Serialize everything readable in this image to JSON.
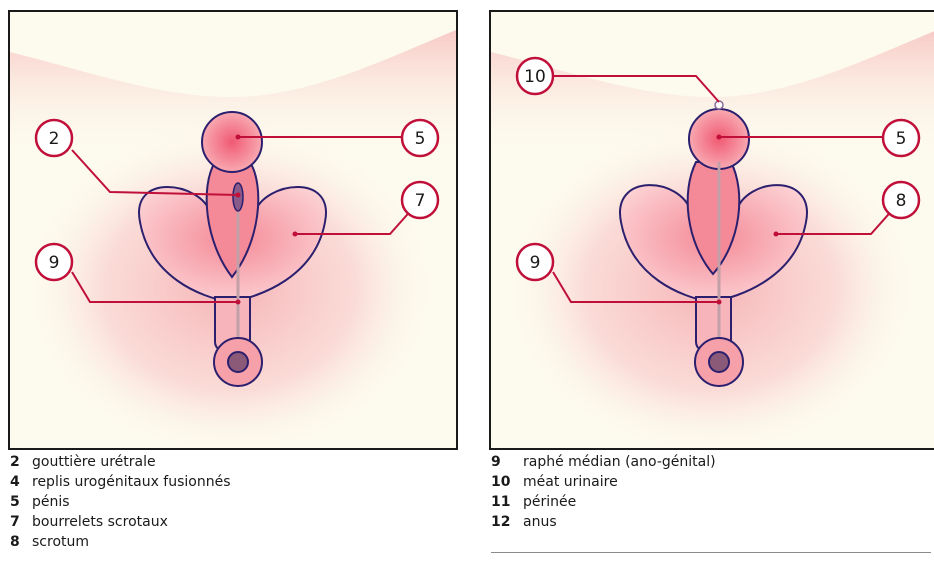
{
  "colors": {
    "leader": "#c0103a",
    "outline": "#2b1f6e",
    "callout_border": "#c0103a",
    "skin_pink": "#f6a0aa",
    "background": "#fdfbee"
  },
  "left_panel": {
    "callouts": [
      "2",
      "5",
      "7",
      "9"
    ]
  },
  "right_panel": {
    "callouts": [
      "10",
      "5",
      "8",
      "9"
    ]
  },
  "legend_left": [
    {
      "num": "2",
      "text": "gouttière urétrale"
    },
    {
      "num": "4",
      "text": "replis urogénitaux fusionnés"
    },
    {
      "num": "5",
      "text": "pénis"
    },
    {
      "num": "7",
      "text": "bourrelets scrotaux"
    },
    {
      "num": "8",
      "text": "scrotum"
    }
  ],
  "legend_right": [
    {
      "num": "9",
      "text": "raphé médian (ano-génital)"
    },
    {
      "num": "10",
      "text": "méat urinaire"
    },
    {
      "num": "11",
      "text": "périnée"
    },
    {
      "num": "12",
      "text": "anus"
    }
  ]
}
